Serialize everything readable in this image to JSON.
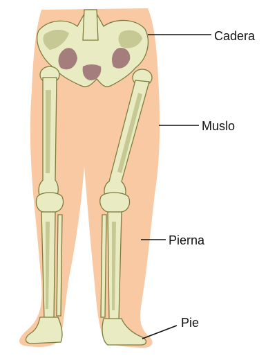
{
  "labels": {
    "hip": "Cadera",
    "thigh": "Muslo",
    "leg": "Pierna",
    "foot": "Pie"
  },
  "colors": {
    "skin": "#f9c9a3",
    "bone": "#e9ebc2",
    "bone_outline": "#7c7c3c",
    "shadow": "#8c5a66",
    "label_text": "#111111"
  }
}
